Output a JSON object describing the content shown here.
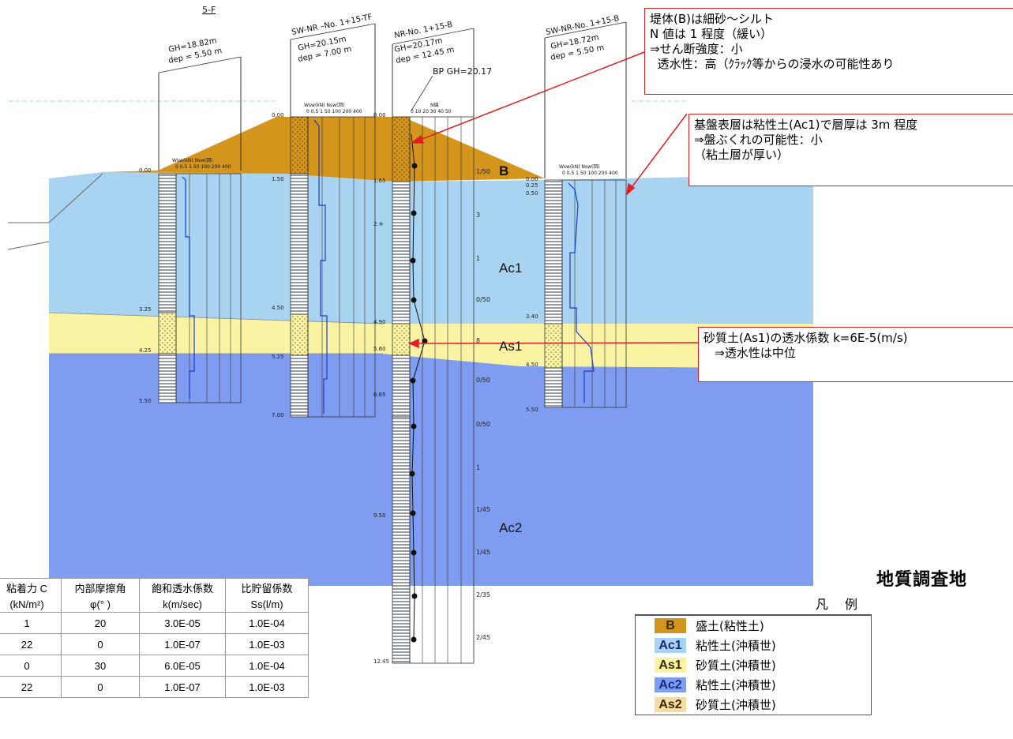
{
  "boreholes": [
    {
      "name": "5-F",
      "gh": "GH=18.82m",
      "dep": "dep = 5.50 m"
    },
    {
      "name": "SW-NR –No. 1+15-TF",
      "gh": "GH=20.15m",
      "dep": "dep = 7.00 m"
    },
    {
      "name": "NR-No. 1+15-B",
      "gh": "GH=20.17m",
      "dep": "dep = 12.45 m",
      "bp": "BP GH=20.17"
    },
    {
      "name": "SW-NR-No. 1+15-B",
      "gh": "GH=18.72m",
      "dep": "dep = 5.50 m"
    }
  ],
  "col_headers": {
    "wsw": "Wsw(kN)",
    "nsw": "Nsw(回)",
    "scale": "0 0.5 1  50 100  200  400",
    "n_value": "N値",
    "n_scale": "0  10  20  30  40  50"
  },
  "layer_labels": {
    "b": "B",
    "ac1": "Ac1",
    "as1": "As1",
    "ac2": "Ac2"
  },
  "depths": {
    "bh1": [
      "0.00",
      "3.25",
      "4.25",
      "5.50"
    ],
    "bh2": [
      "0.00",
      "1.50",
      "4.50",
      "5.25",
      "7.00"
    ],
    "bh3": [
      "0.00",
      "1.65",
      "2.※",
      "4.90",
      "5.60",
      "6.65",
      "9.50",
      "12.45"
    ],
    "bh4": [
      "0.00",
      "0.25",
      "0.50",
      "3.40",
      "4.50",
      "5.50"
    ]
  },
  "n_values": [
    "1/50",
    "3",
    "1",
    "0/50",
    "8",
    "0/50",
    "0/50",
    "1",
    "1/45",
    "1/45",
    "2/35",
    "2/45"
  ],
  "notes": {
    "embankment": "堤体(B)は細砂～シルト\nN 値は 1 程度（緩い）\n⇒せん断強度：小\n  透水性：高（ｸﾗｯｸ等からの浸水の可能性あり",
    "base": "基盤表層は粘性土(Ac1)で層厚は 3m 程度\n⇒盤ぶくれの可能性：小\n（粘土層が厚い）",
    "sand": "砂質土(As1)の透水係数 k=6E-5(m/s)\n   ⇒透水性は中位"
  },
  "site_title": "地質調査地",
  "table": {
    "headers": [
      "粘着力 C",
      "内部摩擦角",
      "飽和透水係数",
      "比貯留係数"
    ],
    "units": [
      "(kN/m²)",
      "φ(° )",
      "k(m/sec)",
      "Ss(l/m)"
    ],
    "rows": [
      [
        "1",
        "20",
        "3.0E-05",
        "1.0E-04"
      ],
      [
        "22",
        "0",
        "1.0E-07",
        "1.0E-03"
      ],
      [
        "0",
        "30",
        "6.0E-05",
        "1.0E-04"
      ],
      [
        "22",
        "0",
        "1.0E-07",
        "1.0E-03"
      ]
    ]
  },
  "legend": {
    "title": "凡 例",
    "items": [
      {
        "code": "B",
        "label": "盛土(粘性土)",
        "color": "#d4951c"
      },
      {
        "code": "Ac1",
        "label": "粘性土(沖積世)",
        "color": "#a8d4f2"
      },
      {
        "code": "As1",
        "label": "砂質土(沖積世)",
        "color": "#fbf3a4"
      },
      {
        "code": "Ac2",
        "label": "粘性土(沖積世)",
        "color": "#7e9cf0"
      },
      {
        "code": "As2",
        "label": "砂質土(沖積世)",
        "color": "#f7dca0"
      }
    ]
  },
  "colors": {
    "b": "#d4951c",
    "ac1": "#a8d4f2",
    "as1": "#fbf3a4",
    "ac2": "#7e9cf0",
    "annotation": "#e02020"
  }
}
